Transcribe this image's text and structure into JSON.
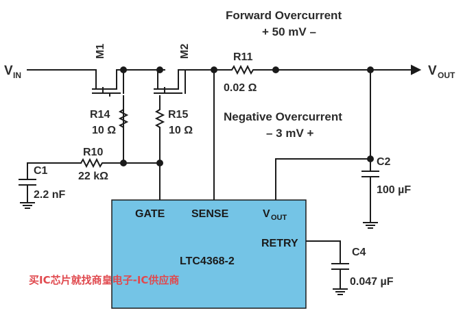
{
  "signals": {
    "vin": "V",
    "vin_sub": "IN",
    "vout": "V",
    "vout_sub": "OUT"
  },
  "annotations": {
    "forward_title": "Forward Overcurrent",
    "forward_value": "+ 50 mV –",
    "negative_title": "Negative Overcurrent",
    "negative_value": "– 3 mV +"
  },
  "components": {
    "m1": "M1",
    "m2": "M2",
    "r11_name": "R11",
    "r11_value": "0.02 Ω",
    "r14_name": "R14",
    "r14_value": "10 Ω",
    "r15_name": "R15",
    "r15_value": "10 Ω",
    "r10_name": "R10",
    "r10_value": "22 kΩ",
    "c1_name": "C1",
    "c1_value": "2.2 nF",
    "c2_name": "C2",
    "c2_value": "100 µF",
    "c4_name": "C4",
    "c4_value": "0.047 µF"
  },
  "chip": {
    "name": "LTC4368-2",
    "pin_gate": "GATE",
    "pin_sense": "SENSE",
    "pin_vout": "V",
    "pin_vout_sub": "OUT",
    "pin_retry": "RETRY",
    "fill_color": "#74c4e6"
  },
  "watermark": "买IC芯片就找商皇电子-IC供应商",
  "colors": {
    "wire": "#1a1a1a",
    "watermark": "#e0494e"
  }
}
